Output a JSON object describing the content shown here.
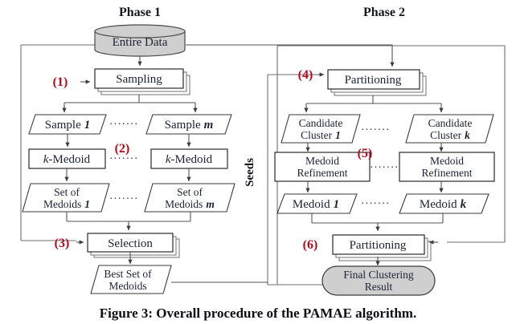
{
  "figure": {
    "caption": "Figure 3: Overall procedure of the PAMAE algorithm.",
    "phase1_title": "Phase 1",
    "phase2_title": "Phase 2",
    "seeds_label": "Seeds",
    "ellipsis": "·······",
    "accent_color": "#b40a1e",
    "fill_gray": "#cfcfcf"
  },
  "phase1": {
    "entire_data": "Entire Data",
    "step1_num": "(1)",
    "step1_label": "Sampling",
    "sample_left_a": "Sample",
    "sample_left_b": "1",
    "sample_right_a": "Sample",
    "sample_right_b": "m",
    "step2_num": "(2)",
    "kmedoid_left_a": "k",
    "kmedoid_left_b": "-Medoid",
    "kmedoid_right_a": "k",
    "kmedoid_right_b": "-Medoid",
    "setof_left_l1": "Set of",
    "setof_left_l2a": "Medoids",
    "setof_left_l2b": "1",
    "setof_right_l1": "Set of",
    "setof_right_l2a": "Medoids",
    "setof_right_l2b": "m",
    "step3_num": "(3)",
    "step3_label": "Selection",
    "best_set_l1": "Best Set of",
    "best_set_l2": "Medoids"
  },
  "phase2": {
    "step4_num": "(4)",
    "step4_label": "Partitioning",
    "cand_left_l1": "Candidate",
    "cand_left_l2a": "Cluster",
    "cand_left_l2b": "1",
    "cand_right_l1": "Candidate",
    "cand_right_l2a": "Cluster",
    "cand_right_l2b": "k",
    "step5_num": "(5)",
    "refine_left_l1": "Medoid",
    "refine_left_l2": "Refinement",
    "refine_right_l1": "Medoid",
    "refine_right_l2": "Refinement",
    "medoid_left_a": "Medoid",
    "medoid_left_b": "1",
    "medoid_right_a": "Medoid",
    "medoid_right_b": "k",
    "step6_num": "(6)",
    "step6_label": "Partitioning",
    "final_l1": "Final Clustering",
    "final_l2": "Result"
  }
}
